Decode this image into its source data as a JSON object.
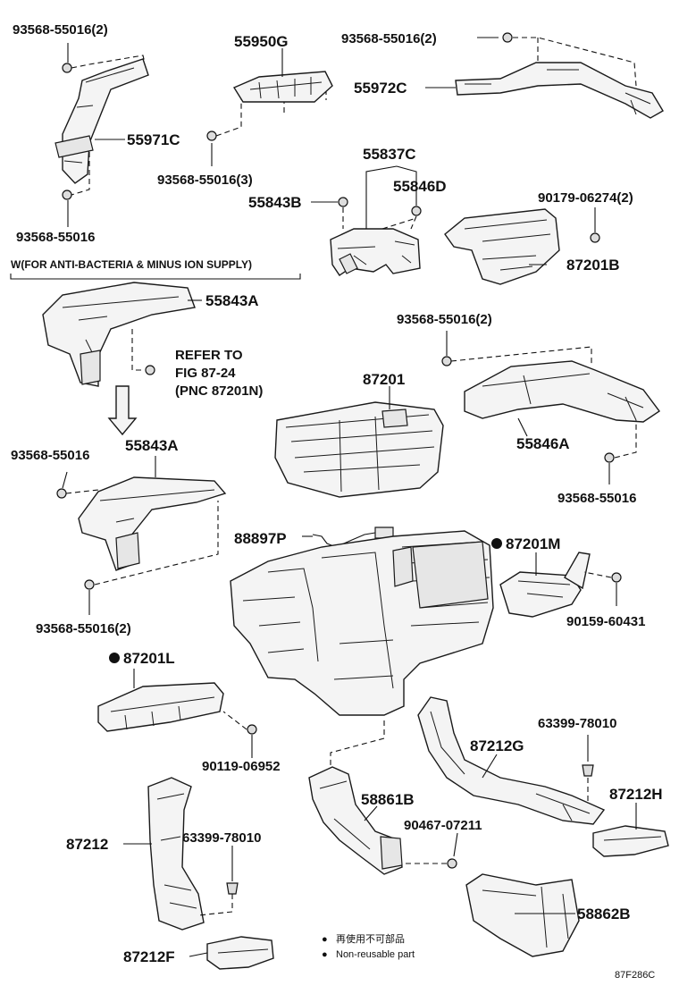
{
  "parts": {
    "p_93568_55016_2_a": "93568-55016(2)",
    "p_55950G": "55950G",
    "p_93568_55016_2_b": "93568-55016(2)",
    "p_55972C": "55972C",
    "p_55971C": "55971C",
    "p_93568_55016_3": "93568-55016(3)",
    "p_55837C": "55837C",
    "p_55846D": "55846D",
    "p_55843B": "55843B",
    "p_90179_06274_2": "90179-06274(2)",
    "p_93568_55016_a": "93568-55016",
    "p_87201B": "87201B",
    "p_55843A_a": "55843A",
    "p_93568_55016_2_c": "93568-55016(2)",
    "p_87201": "87201",
    "p_93568_55016_b": "93568-55016",
    "p_55843A_b": "55843A",
    "p_55846A": "55846A",
    "p_93568_55016_c": "93568-55016",
    "p_88897P": "88897P",
    "p_87201M": "87201M",
    "p_90159_60431": "90159-60431",
    "p_93568_55016_2_d": "93568-55016(2)",
    "p_87201L": "87201L",
    "p_63399_78010_a": "63399-78010",
    "p_87212G": "87212G",
    "p_90119_06952": "90119-06952",
    "p_87212H": "87212H",
    "p_58861B": "58861B",
    "p_90467_07211": "90467-07211",
    "p_87212": "87212",
    "p_63399_78010_b": "63399-78010",
    "p_58862B": "58862B",
    "p_87212F": "87212F"
  },
  "variant_note": "W(FOR ANTI-BACTERIA & MINUS ION SUPPLY)",
  "refer": {
    "line1": "REFER TO",
    "line2": "FIG 87-24",
    "line3": "(PNC 87201N)"
  },
  "legend": {
    "bullet": "●",
    "line_jp": "再使用不可部品",
    "line_en": "Non-reusable part"
  },
  "figure_code": "87F286C"
}
